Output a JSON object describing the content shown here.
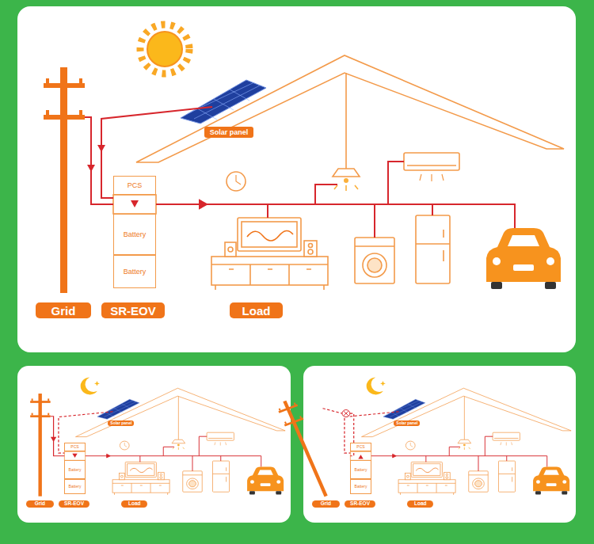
{
  "diagram": {
    "nodes": [
      {
        "text": [
          "Solar panel"
        ]
      },
      {
        "text": [
          "PCS"
        ]
      },
      {
        "text": [
          "Battery"
        ]
      },
      {
        "text": [
          "Battery"
        ]
      },
      {
        "text": [
          "Grid"
        ]
      },
      {
        "text": [
          "SR-EOV"
        ]
      },
      {
        "text": [
          "Load"
        ]
      },
      {
        "text": [
          "Solar panel"
        ]
      },
      {
        "text": [
          "PCS"
        ]
      },
      {
        "text": [
          "Battery"
        ]
      },
      {
        "text": [
          "Battery"
        ]
      },
      {
        "text": [
          "Grid"
        ]
      },
      {
        "text": [
          "SR-EOV"
        ]
      },
      {
        "text": [
          "Load"
        ]
      },
      {
        "text": [
          "Solar panel"
        ]
      },
      {
        "text": [
          "PCS"
        ]
      },
      {
        "text": [
          "Battery"
        ]
      },
      {
        "text": [
          "Battery"
        ]
      },
      {
        "text": [
          "Grid"
        ]
      },
      {
        "text": [
          "SR-EOV"
        ]
      },
      {
        "text": [
          "Load"
        ]
      }
    ]
  }
}
